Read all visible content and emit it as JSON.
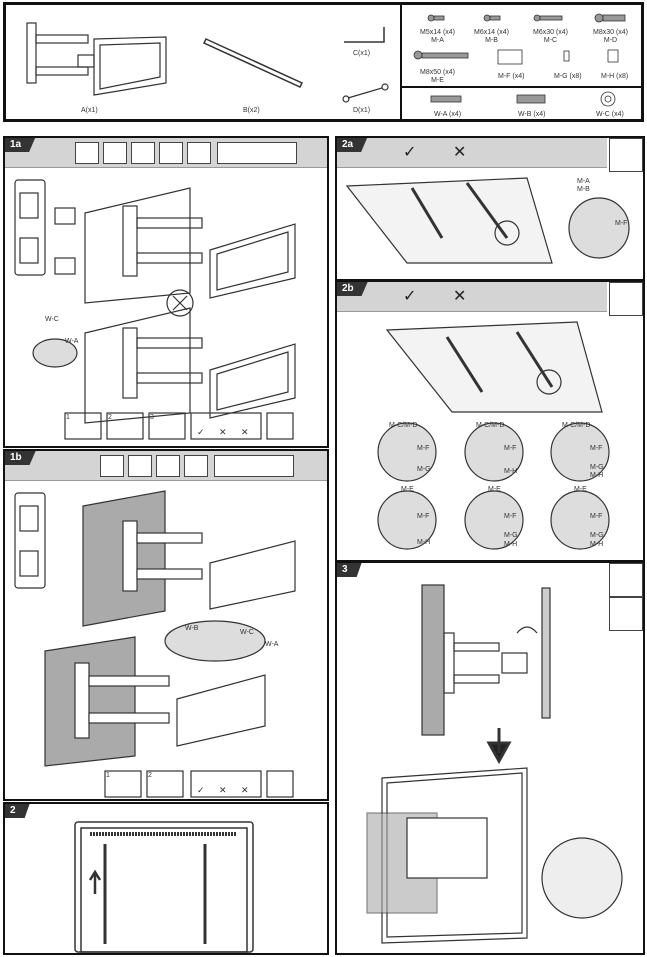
{
  "parts": {
    "A": "A(x1)",
    "B": "B(x2)",
    "C": "C(x1)",
    "D": "D(x1)",
    "screws": [
      {
        "size": "M5x14 (x4)",
        "code": "M-A"
      },
      {
        "size": "M6x14 (x4)",
        "code": "M-B"
      },
      {
        "size": "M6x30 (x4)",
        "code": "M-C"
      },
      {
        "size": "M8x30 (x4)",
        "code": "M-D"
      },
      {
        "size": "M8x50 (x4)",
        "code": "M-E"
      }
    ],
    "spacers": [
      "M-F (x4)",
      "M-G (x8)",
      "M-H (x8)"
    ],
    "wall": [
      "W-A (x4)",
      "W-B (x4)",
      "W-C (x4)"
    ]
  },
  "steps": {
    "s1a": {
      "label": "1a",
      "callouts": [
        "W-C",
        "W-A"
      ]
    },
    "s1b": {
      "label": "1b",
      "callouts": [
        "W-B",
        "W-C",
        "W-A"
      ]
    },
    "s2": {
      "label": "2"
    },
    "s2a": {
      "label": "2a",
      "callouts": [
        "M-A",
        "M-B",
        "M-F"
      ]
    },
    "s2b": {
      "label": "2b",
      "details": [
        {
          "top": "M-C/M-D",
          "a": "M-F",
          "b": "M-G"
        },
        {
          "top": "M-C/M-D",
          "a": "M-F",
          "b": "M-H"
        },
        {
          "top": "M-C/M-D",
          "a": "M-F",
          "b": "M-G",
          "c": "M-H"
        },
        {
          "top": "M-E",
          "a": "M-F",
          "b": "M-H"
        },
        {
          "top": "M-E",
          "a": "M-F",
          "b": "M-G",
          "c": "M-H"
        },
        {
          "top": "M-E",
          "a": "M-F",
          "b": "M-G",
          "c": "M-H"
        }
      ]
    },
    "s3": {
      "label": "3"
    }
  },
  "marks": {
    "check": "✓",
    "cross": "✕",
    "sub1": "1",
    "sub2": "2",
    "sub3": "3"
  }
}
